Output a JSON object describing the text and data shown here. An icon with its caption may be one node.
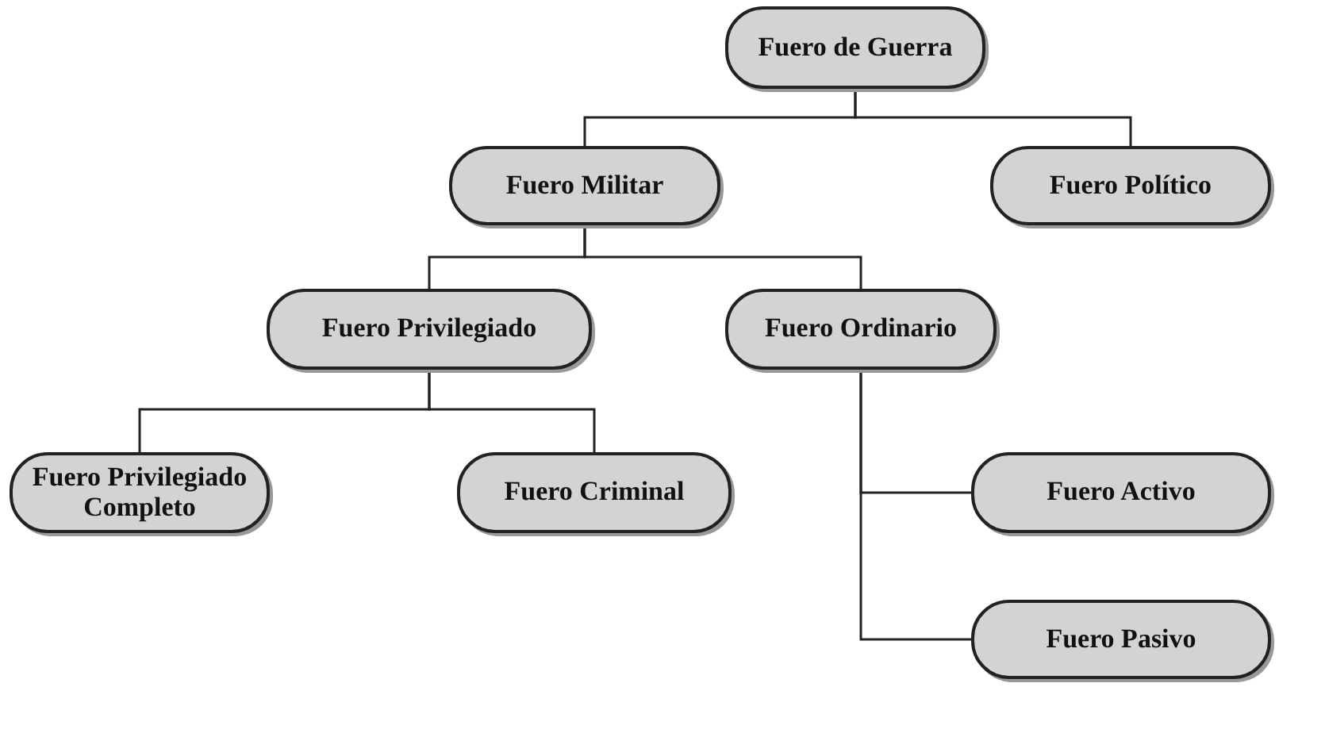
{
  "diagram": {
    "nodes": [
      {
        "text": [
          "Fuero de Guerra"
        ]
      },
      {
        "text": [
          "Fuero Militar"
        ]
      },
      {
        "text": [
          "Fuero Político"
        ]
      },
      {
        "text": [
          "Fuero Privilegiado"
        ]
      },
      {
        "text": [
          "Fuero Ordinario"
        ]
      },
      {
        "text": [
          "Fuero Privilegiado Completo"
        ]
      },
      {
        "text": [
          "Fuero Criminal"
        ]
      },
      {
        "text": [
          "Fuero Activo"
        ]
      },
      {
        "text": [
          "Fuero Pasivo"
        ]
      }
    ],
    "edges": [
      {
        "from": 0,
        "to": 1,
        "arrow": "none"
      },
      {
        "from": 0,
        "to": 2,
        "arrow": "none"
      },
      {
        "from": 1,
        "to": 3,
        "arrow": "none"
      },
      {
        "from": 1,
        "to": 4,
        "arrow": "none"
      },
      {
        "from": 3,
        "to": 5,
        "arrow": "none"
      },
      {
        "from": 3,
        "to": 6,
        "arrow": "none"
      },
      {
        "from": 4,
        "to": 7,
        "arrow": "none"
      },
      {
        "from": 4,
        "to": 8,
        "arrow": "none"
      }
    ]
  }
}
